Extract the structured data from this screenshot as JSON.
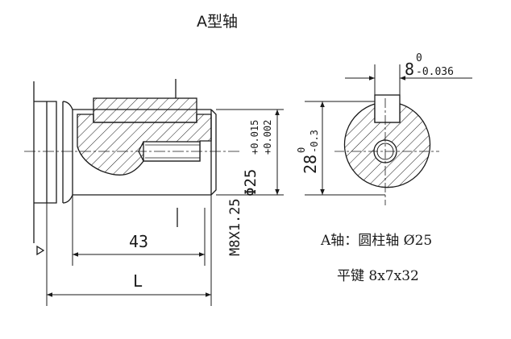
{
  "title": "A型轴",
  "notes": {
    "shaft": "A轴：圆柱轴 Ø25",
    "key": "平键 8x7x32"
  },
  "dimensions": {
    "length_43": "43",
    "length_L": "L",
    "thread": "M8X1.25",
    "diameter_nominal": "Φ25",
    "diameter_upper": "+0.015",
    "diameter_lower": "+0.002",
    "key_width_nominal": "8",
    "key_width_upper": "0",
    "key_width_lower": "-0.036",
    "key_depth_nominal": "28",
    "key_depth_upper": "0",
    "key_depth_lower": "-0.3"
  },
  "colors": {
    "line": "#1a1a1a",
    "background": "#ffffff"
  }
}
